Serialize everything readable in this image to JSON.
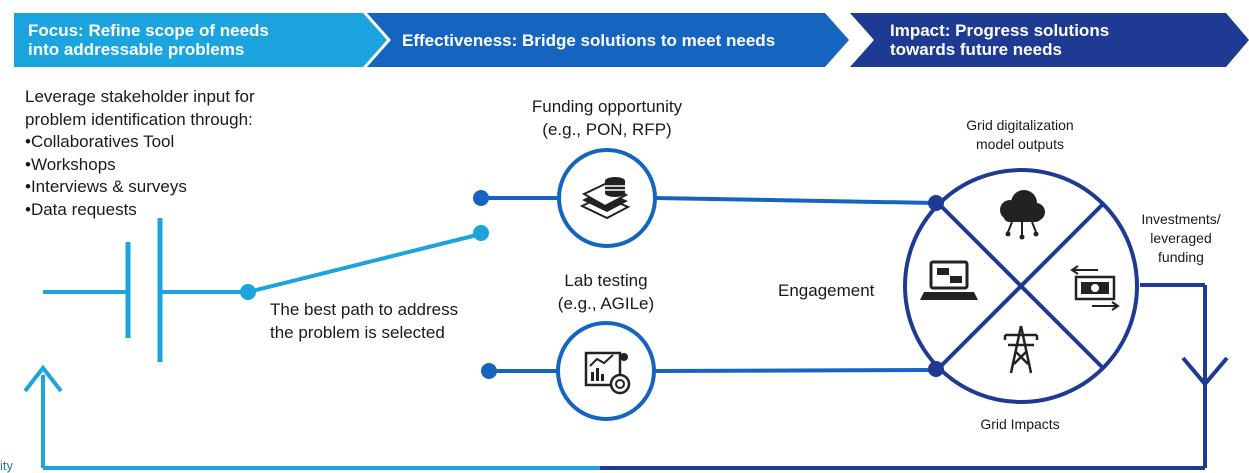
{
  "banner": {
    "focus": "Focus: Refine scope of needs into addressable problems",
    "focus_line1": "Focus: Refine scope of needs",
    "focus_line2": "into addressable problems",
    "effectiveness": "Effectiveness: Bridge solutions to meet needs",
    "impact_line1": "Impact: Progress solutions",
    "impact_line2": "towards future needs"
  },
  "stakeholder": {
    "intro_line1": "Leverage stakeholder input for",
    "intro_line2": "problem identification through:",
    "items": [
      "Collaboratives Tool",
      "Workshops",
      "Interviews & surveys",
      "Data requests"
    ]
  },
  "path": {
    "line1": "The best path to address",
    "line2": "the problem is selected"
  },
  "funding": {
    "line1": "Funding opportunity",
    "line2": "(e.g., PON, RFP)"
  },
  "lab": {
    "line1": "Lab testing",
    "line2": "(e.g., AGILe)"
  },
  "hub": {
    "top_line1": "Grid digitalization",
    "top_line2": "model outputs",
    "left": "Engagement",
    "right_line1": "Investments/",
    "right_line2": "leveraged",
    "right_line3": "funding",
    "bottom": "Grid Impacts"
  },
  "corner_fragment": "ity",
  "colors": {
    "light_blue": "#1ba4de",
    "mid_blue": "#1565c0",
    "dark_blue": "#1f3a93",
    "text": "#1a1a1a"
  }
}
